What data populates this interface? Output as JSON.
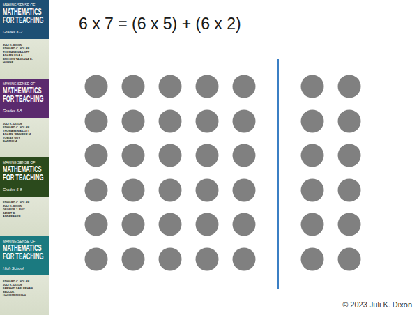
{
  "diagram": {
    "title": "6 x 7 = (6 x 5) + (6 x 2)",
    "nodes": [
      {
        "text": [
          "MAKING SENSE OF",
          "MATHEMATICS FOR TEACHING",
          "Grades K-2",
          "JULI K. DIXON EDWARD C. NOLAN THOMASENIA LOTT ADAMS LISA A. BROOKS TASHANA D. HOWSE"
        ]
      },
      {
        "text": [
          "MAKING SENSE OF",
          "MATHEMATICS FOR TEACHING",
          "Grades 3-5",
          "JULI K. DIXON EDWARD C. NOLAN THOMASENIA LOTT ADAMS JENNIFER M. TOBIAS GUY BARMOHA"
        ]
      },
      {
        "text": [
          "MAKING SENSE OF",
          "MATHEMATICS FOR TEACHING",
          "Grades 6-8",
          "EDWARD C. NOLAN JULI K. DIXON GEORGE J. ROY JANET B. ANDREASEN"
        ]
      },
      {
        "text": [
          "MAKING SENSE OF",
          "MATHEMATICS FOR TEACHING",
          "High School",
          "EDWARD C. NOLAN JULI K. DIXON FARSHID SAFI ERHAN SELCUK HACIOMEROGLU"
        ]
      }
    ],
    "labels": [
      "© 2023 Juli K. Dixon"
    ]
  }
}
